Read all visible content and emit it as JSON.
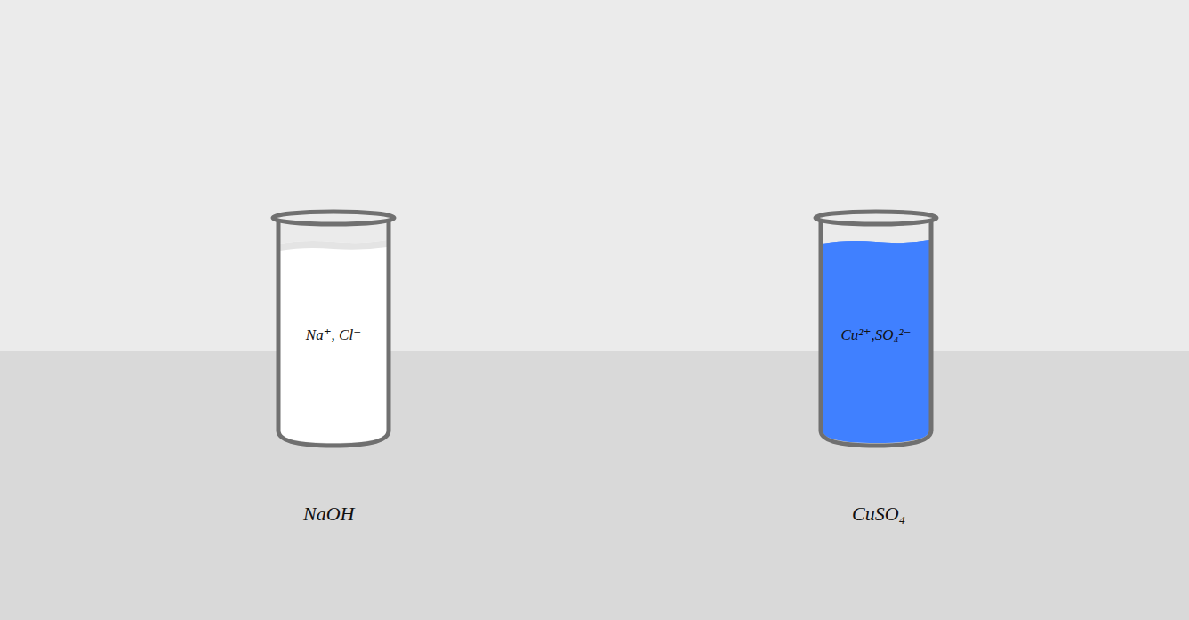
{
  "diagram": {
    "nodes": [
      {
        "text": [
          "Na⁺, Cl⁻"
        ]
      },
      {
        "text": [
          "Cu²⁺,SO₄²⁻"
        ]
      }
    ],
    "labels": [
      "NaOH",
      "CuSO₄"
    ]
  }
}
